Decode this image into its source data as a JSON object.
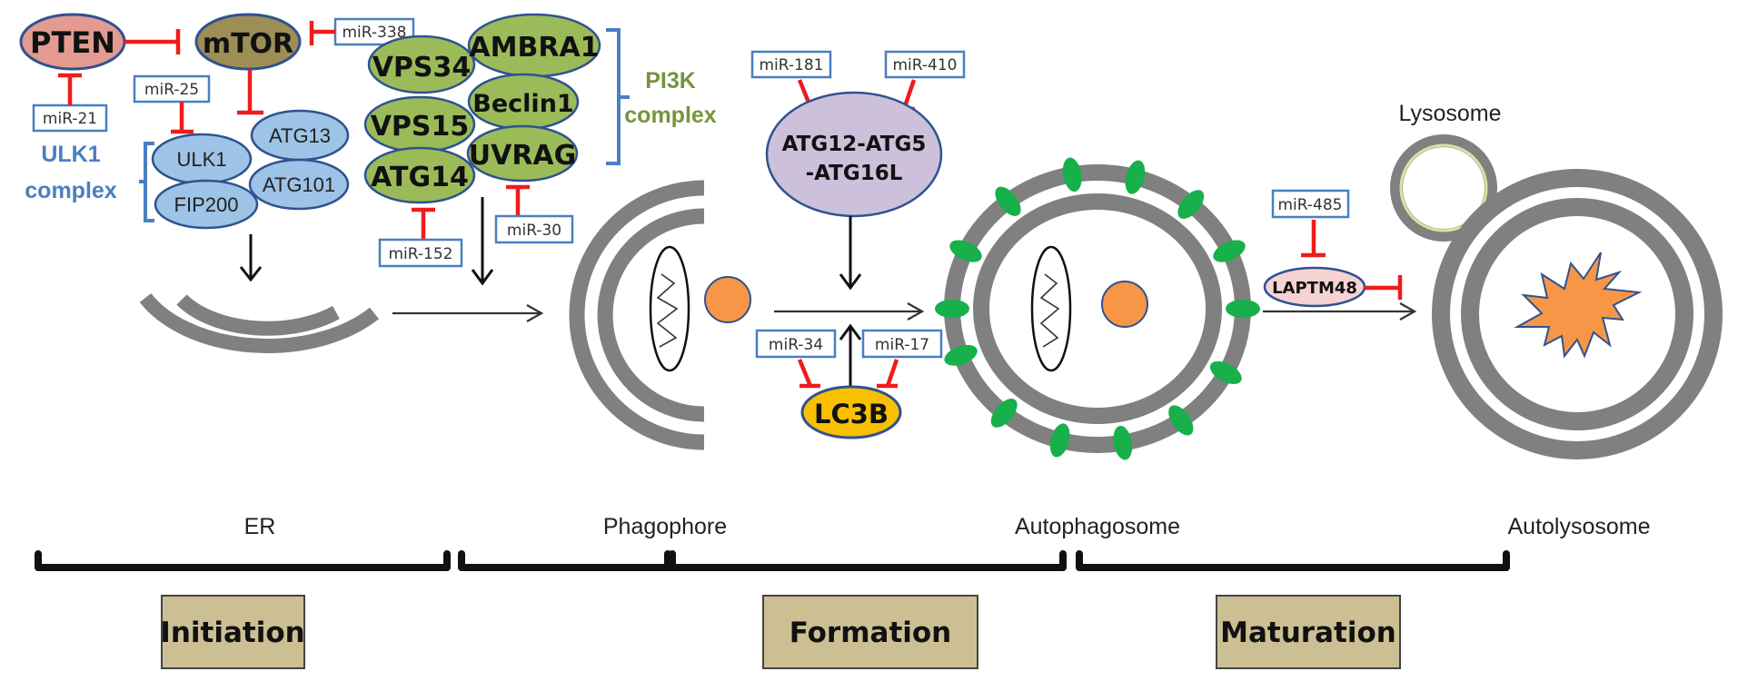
{
  "figure": {
    "title": "miRNA regulation of autophagy stages",
    "colors": {
      "inhibition": "#ee1c1c",
      "mir_border": "#4a7fc1",
      "membrane": "#808080",
      "pten_fill": "#e39a90",
      "mtor_fill": "#9c8e55",
      "ulk1_fill": "#9dc3e6",
      "pi3k_fill": "#9bbb59",
      "atg12_fill": "#ccc0da",
      "lc3b_fill": "#f8c000",
      "laptm_fill": "#f6d3d3",
      "cargo_orange": "#f79646",
      "lc3_dots": "#17b04a",
      "stage_fill": "#cbbf93",
      "ulk1_label": "#4a7fc1",
      "pi3k_label": "#77933c"
    }
  },
  "proteins": {
    "pten": "PTEN",
    "mtor": "mTOR",
    "ulk1": "ULK1",
    "atg13": "ATG13",
    "atg101": "ATG101",
    "fip200": "FIP200",
    "vps34": "VPS34",
    "vps15": "VPS15",
    "atg14": "ATG14",
    "ambra1": "AMBRA1",
    "beclin1": "Beclin1",
    "uvrag": "UVRAG",
    "atg12_line1": "ATG12-ATG5",
    "atg12_line2": "-ATG16L",
    "lc3b": "LC3B",
    "laptm": "LAPTM48"
  },
  "complexes": {
    "ulk1_line1": "ULK1",
    "ulk1_line2": "complex",
    "pi3k_line1": "PI3K",
    "pi3k_line2": "complex"
  },
  "mirnas": {
    "mir21": "miR-21",
    "mir25": "miR-25",
    "mir338": "miR-338",
    "mir152": "miR-152",
    "mir30": "miR-30",
    "mir181": "miR-181",
    "mir410": "miR-410",
    "mir34": "miR-34",
    "mir17": "miR-17",
    "mir485": "miR-485"
  },
  "structures": {
    "er": "ER",
    "phagophore": "Phagophore",
    "autophagosome": "Autophagosome",
    "lysosome": "Lysosome",
    "autolysosome": "Autolysosome"
  },
  "stages": {
    "initiation": "Initiation",
    "formation": "Formation",
    "maturation": "Maturation"
  }
}
